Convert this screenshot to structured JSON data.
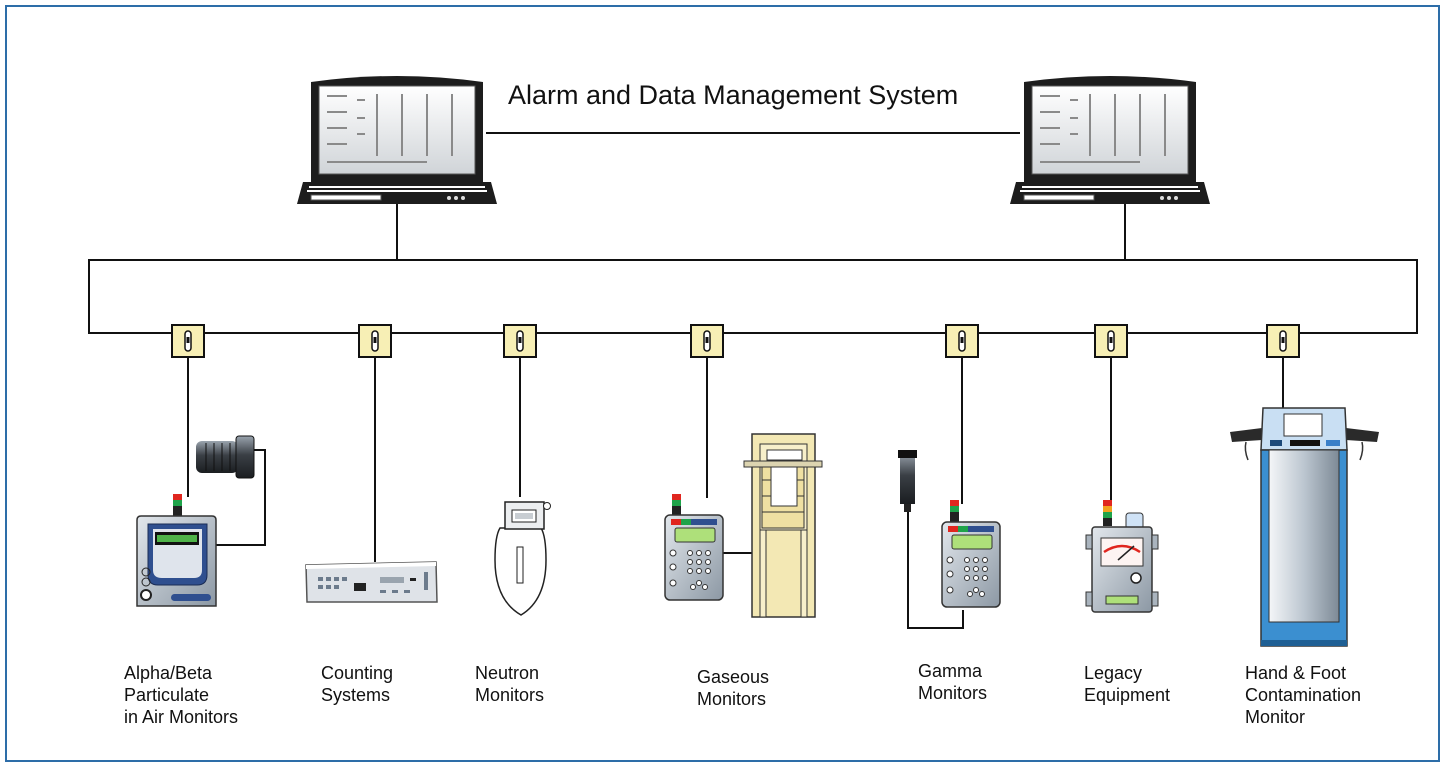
{
  "title": "Alarm and Data Management System",
  "colors": {
    "frame": "#2d6da8",
    "tap": "#f7efb5",
    "monitor_blue": "#2f4f8f",
    "bezel": "#a7b3c2",
    "cream": "#f3e8b4"
  },
  "icons": {
    "workstations": "laptop-icon",
    "taps": "network-tap-icon"
  },
  "devices": [
    {
      "label_lines": [
        "Alpha/Beta",
        "Particulate",
        "in Air Monitors"
      ],
      "icon": "air-monitor-icon"
    },
    {
      "label_lines": [
        "Counting",
        "Systems"
      ],
      "icon": "counting-rack-icon"
    },
    {
      "label_lines": [
        "Neutron",
        "Monitors"
      ],
      "icon": "neutron-detector-icon"
    },
    {
      "label_lines": [
        "Gaseous",
        "Monitors"
      ],
      "icon": "gas-monitor-icon"
    },
    {
      "label_lines": [
        "Gamma",
        "Monitors"
      ],
      "icon": "gamma-monitor-icon"
    },
    {
      "label_lines": [
        "Legacy",
        "Equipment"
      ],
      "icon": "legacy-meter-icon"
    },
    {
      "label_lines": [
        "Hand & Foot",
        "Contamination",
        "Monitor"
      ],
      "icon": "hand-foot-monitor-icon"
    }
  ]
}
